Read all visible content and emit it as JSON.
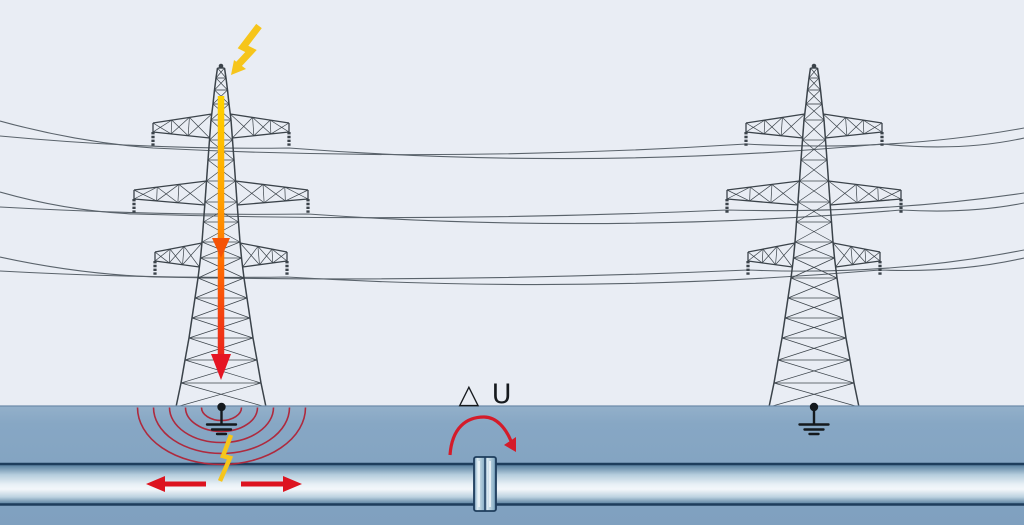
{
  "diagram": {
    "type": "technical-illustration",
    "subject": "Lightning strike on a high-voltage transmission tower causing fault current into the ground and induced voltage on a buried pipeline with insulating joint",
    "labels": {
      "delta_u": "△ U"
    },
    "counts": {
      "towers": 2,
      "conductor_wires": 6,
      "ground_potential_arcs": 5,
      "crossarm_levels_per_tower": 3
    },
    "colors": {
      "sky": "#e9edf4",
      "ground": "#85a5c2",
      "ground_edge": "#6e8cab",
      "tower": "#3b434a",
      "wire": "#5a636b",
      "lightning_yellow": "#f6c51b",
      "arrow_red": "#dd1420",
      "arc_red": "#ae2a3e",
      "delta_arrow_red": "#d41b2a",
      "pipe_outline": "#1e3d5c",
      "pipe_highlight": "#f3f7fa",
      "pipe_shadow": "#587f9f",
      "flash_top": "#ffd400",
      "flash_bottom": "#e51524",
      "ink": "#14191d",
      "text": "#161a1e"
    }
  }
}
